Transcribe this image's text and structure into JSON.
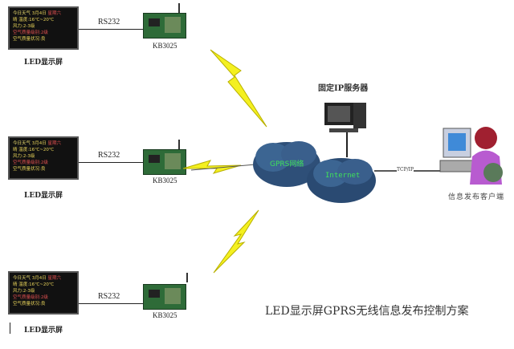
{
  "led_panel": {
    "line1": [
      "今日天气",
      "3月4日",
      "星期六"
    ],
    "line2": "晴  温度:16℃~20℃",
    "line3": "风力:2-3级",
    "line4": "空气质量级别:2级",
    "line5": "空气质量状况:良"
  },
  "rows": [
    {
      "display_label": "LED显示屏",
      "link_label": "RS232",
      "module_label": "KB3025"
    },
    {
      "display_label": "LED显示屏",
      "link_label": "RS232",
      "module_label": "KB3025"
    },
    {
      "display_label": "LED显示屏",
      "link_label": "RS232",
      "module_label": "KB3025"
    }
  ],
  "gprs_cloud": "GPRS网络",
  "internet_cloud": "Internet",
  "server_label": "固定IP服务器",
  "tcp_label": "TCP/IP",
  "client_label": "信息发布客户端",
  "caption": "LED显示屏GPRS无线信息发布控制方案"
}
